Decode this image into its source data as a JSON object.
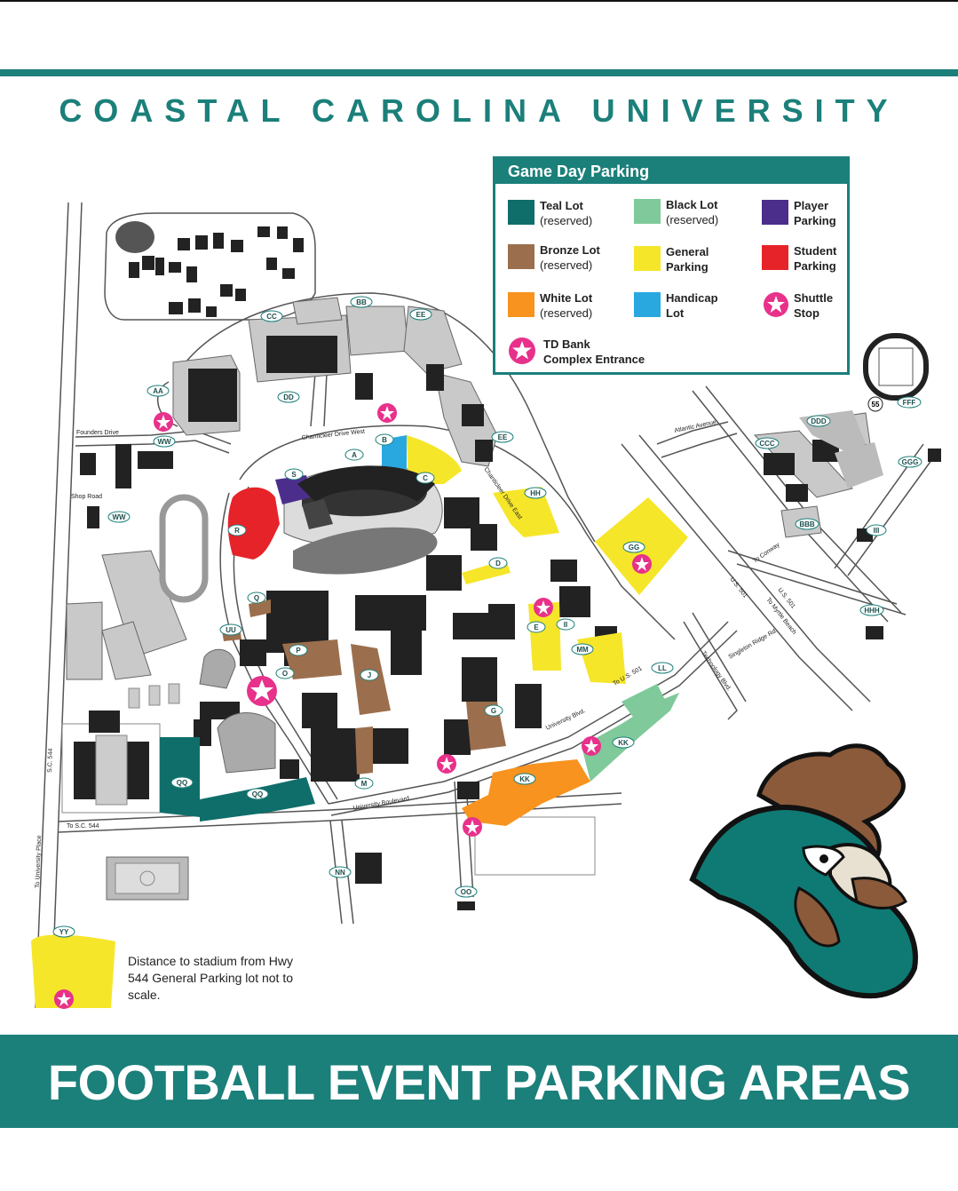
{
  "header": {
    "university": "COASTAL CAROLINA UNIVERSITY"
  },
  "legend": {
    "title": "Game Day Parking",
    "items": [
      {
        "line1": "Teal Lot",
        "line2": "(reserved)",
        "color": "#0f6e6a"
      },
      {
        "line1": "Black Lot",
        "line2": "(reserved)",
        "color": "#7fc99a"
      },
      {
        "line1": "Player",
        "line2": "Parking",
        "color": "#4b2e8c"
      },
      {
        "line1": "Bronze Lot",
        "line2": "(reserved)",
        "color": "#9b6f4d"
      },
      {
        "line1": "General",
        "line2": "Parking",
        "color": "#f6e62a"
      },
      {
        "line1": "Student",
        "line2": "Parking",
        "color": "#e62329"
      },
      {
        "line1": "White Lot",
        "line2": "(reserved)",
        "color": "#f7931e"
      },
      {
        "line1": "Handicap",
        "line2": "Lot",
        "color": "#29a8e0"
      },
      {
        "line1": "Shuttle",
        "line2": "Stop",
        "color": "#e8318a"
      },
      {
        "line1": "TD Bank",
        "line2": "Complex Entrance",
        "color": "#e8318a"
      }
    ]
  },
  "roads": {
    "founders_drive": "Founders Drive",
    "shop_road": "Shop Road",
    "sc544": "S.C. 544",
    "to_sc544": "To S.C. 544",
    "to_university_place": "To University Place",
    "university_boulevard": "University Boulevard",
    "university_blvd": "University Blvd.",
    "atlantic_avenue": "Atlantic Avenue",
    "us501_a": "U.S. 501",
    "us501_b": "U.S. 501",
    "to_conway": "To Conway",
    "to_myrtle_beach": "To Myrtle Beach",
    "to_us501": "To U.S. 501",
    "technology_blvd": "Technology Blvd.",
    "singleton_ridge": "Singleton Ridge Rd.",
    "chanticleer_drive_east": "Chanticleer Drive East",
    "chanticleer_drive_west": "Chanticleer Drive West",
    "hwy55": "55"
  },
  "lots": [
    "AA",
    "BB",
    "CC",
    "DD",
    "EE",
    "EE",
    "WW",
    "WW",
    "A",
    "B",
    "C",
    "S",
    "R",
    "HH",
    "GG",
    "D",
    "Q",
    "UU",
    "P",
    "O",
    "J",
    "E",
    "II",
    "MM",
    "LL",
    "KK",
    "KK",
    "G",
    "QQ",
    "QQ",
    "M",
    "NN",
    "OO",
    "DDD",
    "FFF",
    "CCC",
    "GGG",
    "BBB",
    "III",
    "HHH",
    "YY"
  ],
  "note": "Distance to stadium from Hwy 544 General Parking lot not to scale.",
  "footer": {
    "title": "FOOTBALL EVENT PARKING AREAS"
  },
  "colors": {
    "brand": "#1b7f7a",
    "road": "#555555",
    "building": "#222222",
    "lot_gray": "#c9c9c9"
  }
}
